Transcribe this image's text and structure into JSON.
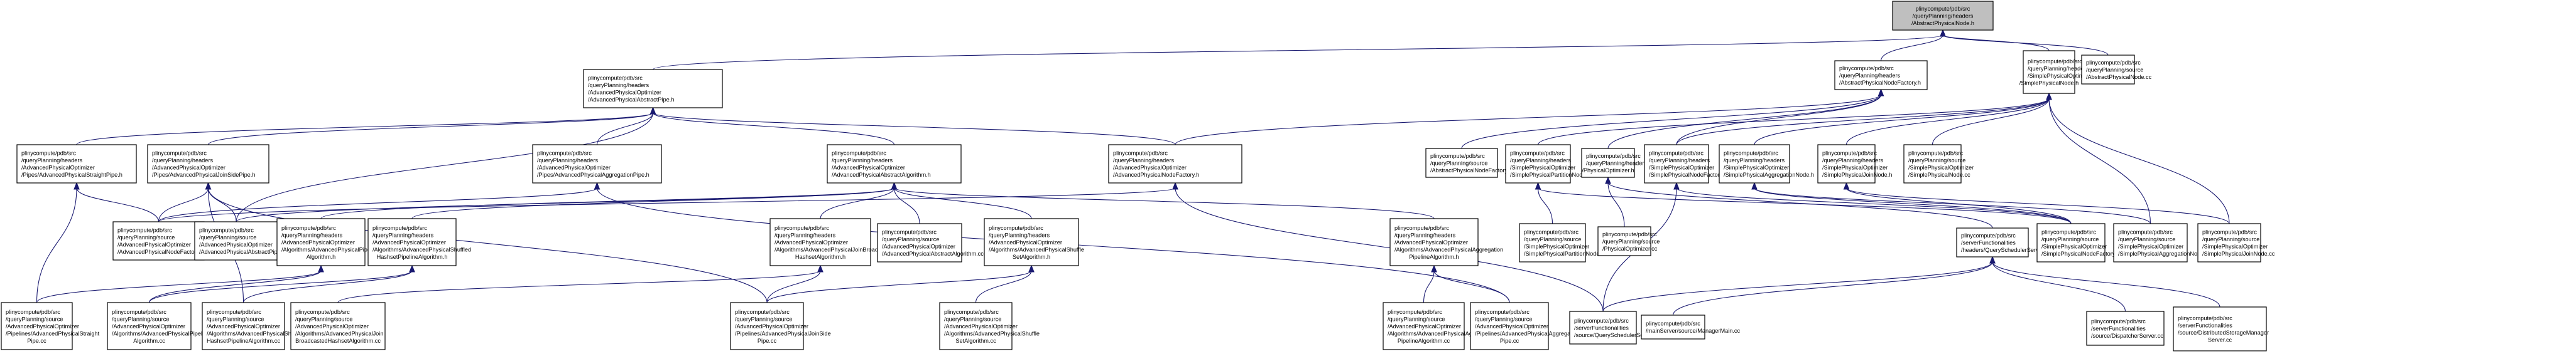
{
  "graph": {
    "title": "Include dependency graph for AbstractPhysicalNode.h",
    "colors": {
      "edge": "#191970",
      "root_fill": "#bfbfbf",
      "node_fill": "#ffffff",
      "border": "#000000"
    },
    "nodes": [
      {
        "id": "root",
        "lines": [
          "plinycompute/pdb/src",
          "/queryPlanning/headers",
          "/AbstractPhysicalNode.h"
        ],
        "root": true
      },
      {
        "id": "advAbsPipeH",
        "lines": [
          "plinycompute/pdb/src",
          "/queryPlanning/headers",
          "/AdvancedPhysicalOptimizer",
          "/AdvancedPhysicalAbstractPipe.h"
        ]
      },
      {
        "id": "absNodeFactoryH",
        "lines": [
          "plinycompute/pdb/src",
          "/queryPlanning/headers",
          "/AbstractPhysicalNodeFactory.h"
        ]
      },
      {
        "id": "simpleNodeH",
        "lines": [
          "plinycompute/pdb/src",
          "/queryPlanning/headers",
          "/SimplePhysicalOptimizer",
          "/SimplePhysicalNode.h"
        ]
      },
      {
        "id": "absNodeCC",
        "lines": [
          "plinycompute/pdb/src",
          "/queryPlanning/source",
          "/AbstractPhysicalNode.cc"
        ]
      },
      {
        "id": "straightPipeH",
        "lines": [
          "plinycompute/pdb/src",
          "/queryPlanning/headers",
          "/AdvancedPhysicalOptimizer",
          "/Pipes/AdvancedPhysicalStraightPipe.h"
        ]
      },
      {
        "id": "joinSidePipeH",
        "lines": [
          "plinycompute/pdb/src",
          "/queryPlanning/headers",
          "/AdvancedPhysicalOptimizer",
          "/Pipes/AdvancedPhysicalJoinSidePipe.h"
        ]
      },
      {
        "id": "aggPipeH",
        "lines": [
          "plinycompute/pdb/src",
          "/queryPlanning/headers",
          "/AdvancedPhysicalOptimizer",
          "/Pipes/AdvancedPhysicalAggregationPipe.h"
        ]
      },
      {
        "id": "absAlgoH",
        "lines": [
          "plinycompute/pdb/src",
          "/queryPlanning/headers",
          "/AdvancedPhysicalOptimizer",
          "/AdvancedPhysicalAbstractAlgorithm.h"
        ]
      },
      {
        "id": "advNodeFactoryH",
        "lines": [
          "plinycompute/pdb/src",
          "/queryPlanning/headers",
          "/AdvancedPhysicalOptimizer",
          "/AdvancedPhysicalNodeFactory.h"
        ]
      },
      {
        "id": "absNodeFactoryCC",
        "lines": [
          "plinycompute/pdb/src",
          "/queryPlanning/source",
          "/AbstractPhysicalNodeFactory.cc"
        ]
      },
      {
        "id": "partitionNodeH",
        "lines": [
          "plinycompute/pdb/src",
          "/queryPlanning/headers",
          "/SimplePhysicalOptimizer",
          "/SimplePhysicalPartitionNode.h"
        ]
      },
      {
        "id": "physOptH",
        "lines": [
          "plinycompute/pdb/src",
          "/queryPlanning/headers",
          "/PhysicalOptimizer.h"
        ]
      },
      {
        "id": "simpleNodeFactoryH",
        "lines": [
          "plinycompute/pdb/src",
          "/queryPlanning/headers",
          "/SimplePhysicalOptimizer",
          "/SimplePhysicalNodeFactory.h"
        ]
      },
      {
        "id": "aggNodeH",
        "lines": [
          "plinycompute/pdb/src",
          "/queryPlanning/headers",
          "/SimplePhysicalOptimizer",
          "/SimplePhysicalAggregationNode.h"
        ]
      },
      {
        "id": "joinNodeH",
        "lines": [
          "plinycompute/pdb/src",
          "/queryPlanning/headers",
          "/SimplePhysicalOptimizer",
          "/SimplePhysicalJoinNode.h"
        ]
      },
      {
        "id": "simpleNodeCC",
        "lines": [
          "plinycompute/pdb/src",
          "/queryPlanning/source",
          "/SimplePhysicalOptimizer",
          "/SimplePhysicalNode.cc"
        ]
      },
      {
        "id": "advNodeFactoryCC",
        "lines": [
          "plinycompute/pdb/src",
          "/queryPlanning/source",
          "/AdvancedPhysicalOptimizer",
          "/AdvancedPhysicalNodeFactory.cc"
        ]
      },
      {
        "id": "advAbsPipeCC",
        "lines": [
          "plinycompute/pdb/src",
          "/queryPlanning/source",
          "/AdvancedPhysicalOptimizer",
          "/AdvancedPhysicalAbstractPipe.cc"
        ]
      },
      {
        "id": "pipelineAlgoH",
        "lines": [
          "plinycompute/pdb/src",
          "/queryPlanning/headers",
          "/AdvancedPhysicalOptimizer",
          "/Algorithms/AdvancedPhysicalPipeline",
          "Algorithm.h"
        ]
      },
      {
        "id": "shuffledHashsetH",
        "lines": [
          "plinycompute/pdb/src",
          "/queryPlanning/headers",
          "/AdvancedPhysicalOptimizer",
          "/Algorithms/AdvancedPhysicalShuffled",
          "HashsetPipelineAlgorithm.h"
        ]
      },
      {
        "id": "joinBroadcastH",
        "lines": [
          "plinycompute/pdb/src",
          "/queryPlanning/headers",
          "/AdvancedPhysicalOptimizer",
          "/Algorithms/AdvancedPhysicalJoinBroadcasted",
          "HashsetAlgorithm.h"
        ]
      },
      {
        "id": "absAlgoCC",
        "lines": [
          "plinycompute/pdb/src",
          "/queryPlanning/source",
          "/AdvancedPhysicalOptimizer",
          "/AdvancedPhysicalAbstractAlgorithm.cc"
        ]
      },
      {
        "id": "shuffleSetH",
        "lines": [
          "plinycompute/pdb/src",
          "/queryPlanning/headers",
          "/AdvancedPhysicalOptimizer",
          "/Algorithms/AdvancedPhysicalShuffle",
          "SetAlgorithm.h"
        ]
      },
      {
        "id": "aggPipelineAlgoH",
        "lines": [
          "plinycompute/pdb/src",
          "/queryPlanning/headers",
          "/AdvancedPhysicalOptimizer",
          "/Algorithms/AdvancedPhysicalAggregation",
          "PipelineAlgorithm.h"
        ]
      },
      {
        "id": "partitionNodeCC",
        "lines": [
          "plinycompute/pdb/src",
          "/queryPlanning/source",
          "/SimplePhysicalOptimizer",
          "/SimplePhysicalPartitionNode.cc"
        ]
      },
      {
        "id": "physOptCC",
        "lines": [
          "plinycompute/pdb/src",
          "/queryPlanning/source",
          "/PhysicalOptimizer.cc"
        ]
      },
      {
        "id": "querySchedH",
        "lines": [
          "plinycompute/pdb/src",
          "/serverFunctionalities",
          "/headers/QuerySchedulerServer.h"
        ]
      },
      {
        "id": "simpleNodeFactoryCC",
        "lines": [
          "plinycompute/pdb/src",
          "/queryPlanning/source",
          "/SimplePhysicalOptimizer",
          "/SimplePhysicalNodeFactory.cc"
        ]
      },
      {
        "id": "aggNodeCC",
        "lines": [
          "plinycompute/pdb/src",
          "/queryPlanning/source",
          "/SimplePhysicalOptimizer",
          "/SimplePhysicalAggregationNode.cc"
        ]
      },
      {
        "id": "joinNodeCC",
        "lines": [
          "plinycompute/pdb/src",
          "/queryPlanning/source",
          "/SimplePhysicalOptimizer",
          "/SimplePhysicalJoinNode.cc"
        ]
      },
      {
        "id": "straightPipeCC",
        "lines": [
          "plinycompute/pdb/src",
          "/queryPlanning/source",
          "/AdvancedPhysicalOptimizer",
          "/Pipelines/AdvancedPhysicalStraight",
          "Pipe.cc"
        ]
      },
      {
        "id": "pipelineAlgoCC",
        "lines": [
          "plinycompute/pdb/src",
          "/queryPlanning/source",
          "/AdvancedPhysicalOptimizer",
          "/Algorithms/AdvancedPhysicalPipeline",
          "Algorithm.cc"
        ]
      },
      {
        "id": "shuffledHashsetCC",
        "lines": [
          "plinycompute/pdb/src",
          "/queryPlanning/source",
          "/AdvancedPhysicalOptimizer",
          "/Algorithms/AdvancedPhysicalShuffled",
          "HashsetPipelineAlgorithm.cc"
        ]
      },
      {
        "id": "joinBroadcastCC",
        "lines": [
          "plinycompute/pdb/src",
          "/queryPlanning/source",
          "/AdvancedPhysicalOptimizer",
          "/Algorithms/AdvancedPhysicalJoin",
          "BroadcastedHashsetAlgorithm.cc"
        ]
      },
      {
        "id": "joinSidePipeCC",
        "lines": [
          "plinycompute/pdb/src",
          "/queryPlanning/source",
          "/AdvancedPhysicalOptimizer",
          "/Pipelines/AdvancedPhysicalJoinSide",
          "Pipe.cc"
        ]
      },
      {
        "id": "shuffleSetCC",
        "lines": [
          "plinycompute/pdb/src",
          "/queryPlanning/source",
          "/AdvancedPhysicalOptimizer",
          "/Algorithms/AdvancedPhysicalShuffle",
          "SetAlgorithm.cc"
        ]
      },
      {
        "id": "aggPipelineAlgoCC",
        "lines": [
          "plinycompute/pdb/src",
          "/queryPlanning/source",
          "/AdvancedPhysicalOptimizer",
          "/Algorithms/AdvancedPhysicalAggregation",
          "PipelineAlgorithm.cc"
        ]
      },
      {
        "id": "aggPipeCC",
        "lines": [
          "plinycompute/pdb/src",
          "/queryPlanning/source",
          "/AdvancedPhysicalOptimizer",
          "/Pipelines/AdvancedPhysicalAggregation",
          "Pipe.cc"
        ]
      },
      {
        "id": "querySchedCC",
        "lines": [
          "plinycompute/pdb/src",
          "/serverFunctionalities",
          "/source/QuerySchedulerServer.cc"
        ]
      },
      {
        "id": "managerMainCC",
        "lines": [
          "plinycompute/pdb/src",
          "/mainServer/source/ManagerMain.cc"
        ]
      },
      {
        "id": "dispatcherCC",
        "lines": [
          "plinycompute/pdb/src",
          "/serverFunctionalities",
          "/source/DispatcherServer.cc"
        ]
      },
      {
        "id": "distStorageCC",
        "lines": [
          "plinycompute/pdb/src",
          "/serverFunctionalities",
          "/source/DistributedStorageManager",
          "Server.cc"
        ]
      }
    ],
    "edges": [
      [
        "advAbsPipeH",
        "root"
      ],
      [
        "absNodeFactoryH",
        "root"
      ],
      [
        "simpleNodeH",
        "root"
      ],
      [
        "absNodeCC",
        "root"
      ],
      [
        "straightPipeH",
        "advAbsPipeH"
      ],
      [
        "joinSidePipeH",
        "advAbsPipeH"
      ],
      [
        "aggPipeH",
        "advAbsPipeH"
      ],
      [
        "absAlgoH",
        "advAbsPipeH"
      ],
      [
        "advNodeFactoryH",
        "advAbsPipeH"
      ],
      [
        "advAbsPipeCC",
        "advAbsPipeH"
      ],
      [
        "advNodeFactoryH",
        "absNodeFactoryH"
      ],
      [
        "absNodeFactoryCC",
        "absNodeFactoryH"
      ],
      [
        "simpleNodeFactoryH",
        "absNodeFactoryH"
      ],
      [
        "physOptH",
        "absNodeFactoryH"
      ],
      [
        "partitionNodeH",
        "simpleNodeH"
      ],
      [
        "simpleNodeFactoryH",
        "simpleNodeH"
      ],
      [
        "aggNodeH",
        "simpleNodeH"
      ],
      [
        "joinNodeH",
        "simpleNodeH"
      ],
      [
        "simpleNodeCC",
        "simpleNodeH"
      ],
      [
        "aggNodeCC",
        "simpleNodeH"
      ],
      [
        "joinNodeCC",
        "simpleNodeH"
      ],
      [
        "straightPipeCC",
        "straightPipeH"
      ],
      [
        "advNodeFactoryCC",
        "straightPipeH"
      ],
      [
        "advNodeFactoryCC",
        "joinSidePipeH"
      ],
      [
        "advAbsPipeCC",
        "joinSidePipeH"
      ],
      [
        "joinSidePipeCC",
        "joinSidePipeH"
      ],
      [
        "shuffledHashsetCC",
        "joinSidePipeH"
      ],
      [
        "advNodeFactoryCC",
        "aggPipeH"
      ],
      [
        "aggPipeCC",
        "aggPipeH"
      ],
      [
        "pipelineAlgoH",
        "absAlgoH"
      ],
      [
        "shuffledHashsetH",
        "absAlgoH"
      ],
      [
        "joinBroadcastH",
        "absAlgoH"
      ],
      [
        "absAlgoCC",
        "absAlgoH"
      ],
      [
        "shuffleSetH",
        "absAlgoH"
      ],
      [
        "aggPipelineAlgoH",
        "absAlgoH"
      ],
      [
        "advAbsPipeCC",
        "absAlgoH"
      ],
      [
        "advNodeFactoryCC",
        "advNodeFactoryH"
      ],
      [
        "querySchedCC",
        "advNodeFactoryH"
      ],
      [
        "partitionNodeCC",
        "partitionNodeH"
      ],
      [
        "simpleNodeFactoryCC",
        "partitionNodeH"
      ],
      [
        "physOptCC",
        "physOptH"
      ],
      [
        "querySchedH",
        "physOptH"
      ],
      [
        "simpleNodeFactoryCC",
        "simpleNodeFactoryH"
      ],
      [
        "querySchedCC",
        "simpleNodeFactoryH"
      ],
      [
        "simpleNodeFactoryCC",
        "aggNodeH"
      ],
      [
        "aggNodeCC",
        "aggNodeH"
      ],
      [
        "simpleNodeFactoryCC",
        "joinNodeH"
      ],
      [
        "joinNodeCC",
        "joinNodeH"
      ],
      [
        "pipelineAlgoCC",
        "pipelineAlgoH"
      ],
      [
        "straightPipeCC",
        "pipelineAlgoH"
      ],
      [
        "shuffledHashsetCC",
        "shuffledHashsetH"
      ],
      [
        "pipelineAlgoCC",
        "shuffledHashsetH"
      ],
      [
        "joinBroadcastCC",
        "joinBroadcastH"
      ],
      [
        "joinSidePipeCC",
        "joinBroadcastH"
      ],
      [
        "shuffleSetCC",
        "shuffleSetH"
      ],
      [
        "joinSidePipeCC",
        "shuffleSetH"
      ],
      [
        "aggPipelineAlgoCC",
        "aggPipelineAlgoH"
      ],
      [
        "aggPipeCC",
        "aggPipelineAlgoH"
      ],
      [
        "querySchedCC",
        "querySchedH"
      ],
      [
        "managerMainCC",
        "querySchedH"
      ],
      [
        "dispatcherCC",
        "querySchedH"
      ],
      [
        "distStorageCC",
        "querySchedH"
      ]
    ]
  }
}
